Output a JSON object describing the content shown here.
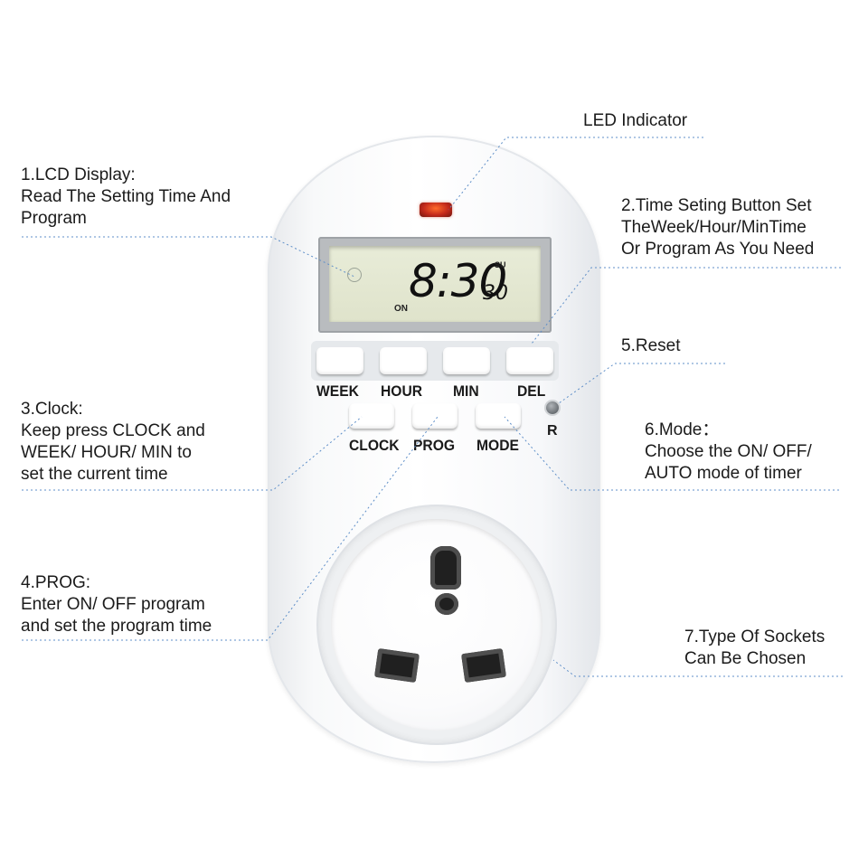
{
  "callouts": {
    "led": {
      "lines": [
        "LED Indicator"
      ]
    },
    "lcd": {
      "lines": [
        "1.LCD Display:",
        "Read The Setting Time And",
        "Program"
      ]
    },
    "time_set": {
      "lines": [
        "2.Time Seting Button Set",
        "TheWeek/Hour/MinTime",
        "Or Program As You Need"
      ]
    },
    "reset": {
      "lines": [
        "5.Reset"
      ]
    },
    "clock": {
      "lines": [
        "3.Clock:",
        "Keep press CLOCK and",
        "WEEK/ HOUR/ MIN to",
        "set the current time"
      ]
    },
    "mode": {
      "lines": [
        "6.Mode：",
        "Choose the ON/ OFF/",
        "AUTO mode of timer"
      ]
    },
    "prog": {
      "lines": [
        "4.PROG:",
        "Enter ON/ OFF program",
        "and set the program time"
      ]
    },
    "socket": {
      "lines": [
        "7.Type Of Sockets",
        "Can Be Chosen"
      ]
    }
  },
  "device": {
    "lcd": {
      "time": "8:30",
      "seconds": "30",
      "day": "SU",
      "state": "ON"
    },
    "top_buttons": [
      "WEEK",
      "HOUR",
      "MIN",
      "DEL"
    ],
    "bottom_buttons": [
      "CLOCK",
      "PROG",
      "MODE"
    ],
    "reset_label": "R"
  },
  "colors": {
    "leader_line": "#5f8fc8",
    "led": "#d0331f",
    "lcd_screen": "#e3e7cf",
    "body": "#f7f8fa"
  }
}
